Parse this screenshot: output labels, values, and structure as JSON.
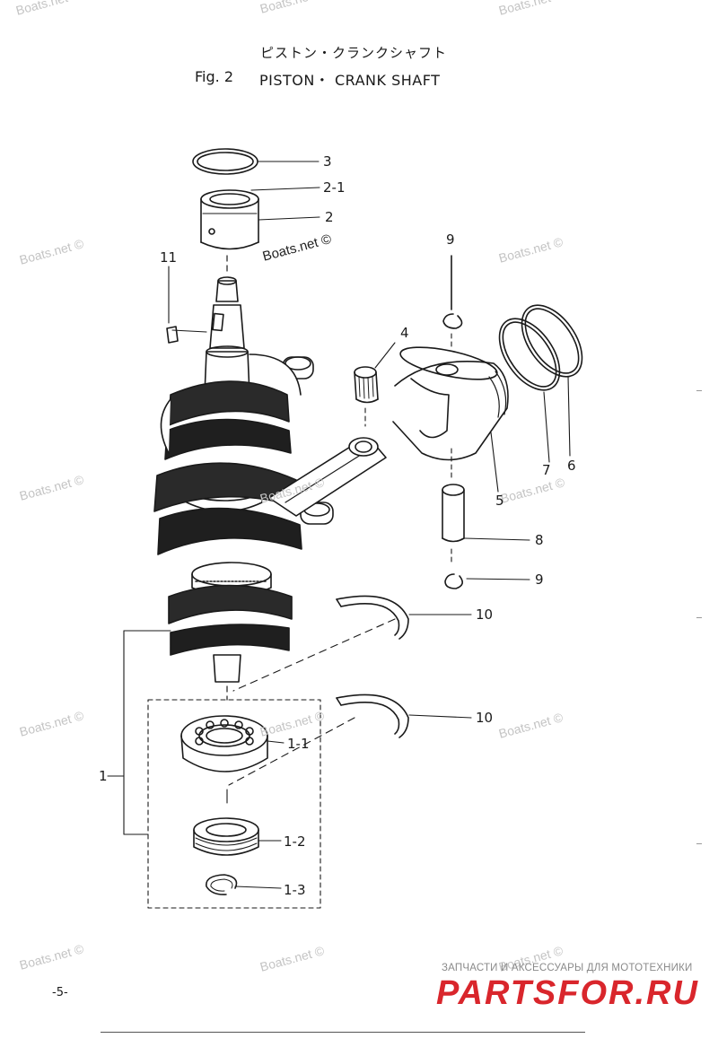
{
  "header": {
    "title_jp": "ピストン・クランクシャフト",
    "fig": "Fig. 2",
    "title": "PISTON・ CRANK SHAFT"
  },
  "watermark": "Boats.net ©",
  "callouts": [
    {
      "id": "3",
      "label": "3"
    },
    {
      "id": "2-1",
      "label": "2-1"
    },
    {
      "id": "2",
      "label": "2"
    },
    {
      "id": "11",
      "label": "11"
    },
    {
      "id": "9-top",
      "label": "9"
    },
    {
      "id": "4",
      "label": "4"
    },
    {
      "id": "7",
      "label": "7"
    },
    {
      "id": "6",
      "label": "6"
    },
    {
      "id": "5",
      "label": "5"
    },
    {
      "id": "8",
      "label": "8"
    },
    {
      "id": "9-bottom",
      "label": "9"
    },
    {
      "id": "10-upper",
      "label": "10"
    },
    {
      "id": "10-lower",
      "label": "10"
    },
    {
      "id": "1",
      "label": "1"
    },
    {
      "id": "1-1",
      "label": "1-1"
    },
    {
      "id": "1-2",
      "label": "1-2"
    },
    {
      "id": "1-3",
      "label": "1-3"
    }
  ],
  "footer": {
    "page_number": "-5-",
    "shop_tagline": "ЗАПЧАСТИ И АКСЕССУАРЫ ДЛЯ МОТОТЕХНИКИ",
    "shop_logo": "PARTSFOR.RU"
  }
}
